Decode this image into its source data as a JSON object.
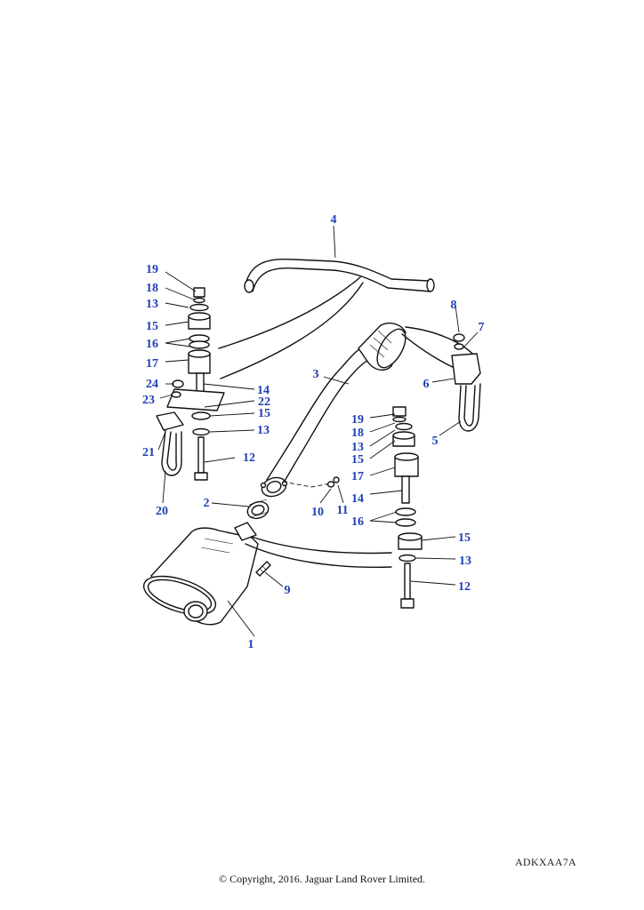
{
  "diagram": {
    "drawing_code": "ADKXAA7A",
    "copyright": "© Copyright, 2016. Jaguar Land Rover Limited.",
    "callouts": [
      "1",
      "2",
      "3",
      "4",
      "5",
      "6",
      "7",
      "8",
      "9",
      "10",
      "11",
      "12",
      "12",
      "13",
      "13",
      "13",
      "13",
      "14",
      "14",
      "15",
      "15",
      "15",
      "15",
      "16",
      "16",
      "17",
      "17",
      "18",
      "18",
      "19",
      "19",
      "20",
      "21",
      "22",
      "23",
      "24"
    ],
    "colors": {
      "callout": "#1f3fb4",
      "line": "#111111"
    }
  }
}
